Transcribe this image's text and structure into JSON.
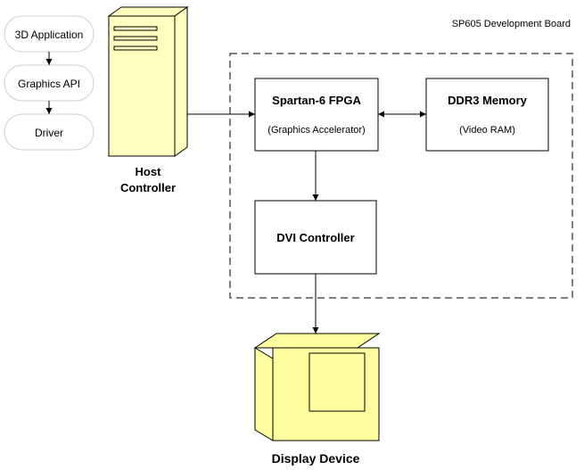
{
  "software_stack": [
    "3D Application",
    "Graphics API",
    "Driver"
  ],
  "host": {
    "line1": "Host",
    "line2": "Controller"
  },
  "board": {
    "label": "SP605 Development Board"
  },
  "fpga": {
    "title": "Spartan-6 FPGA",
    "subtitle": "(Graphics Accelerator)"
  },
  "ddr3": {
    "title": "DDR3 Memory",
    "subtitle": "(Video RAM)"
  },
  "dvi": {
    "title": "DVI Controller"
  },
  "display": {
    "label": "Display Device"
  },
  "colors": {
    "tower_fill": "#ffffc0",
    "monitor_fill": "#ffffa0",
    "stroke": "#000000",
    "pill_stroke": "#d0d0d0",
    "board_dash": "#555555"
  }
}
